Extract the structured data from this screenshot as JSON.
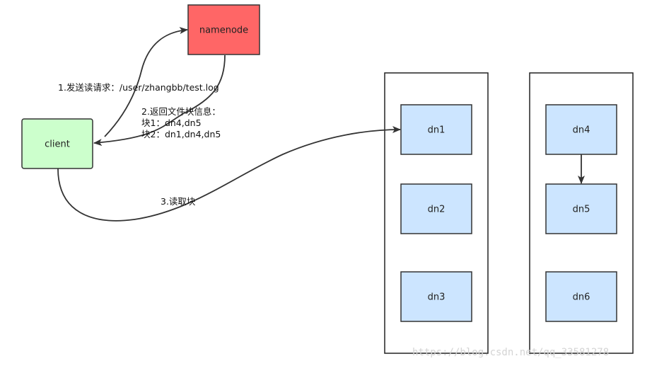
{
  "nodes": {
    "namenode": "namenode",
    "client": "client",
    "dn1": "dn1",
    "dn2": "dn2",
    "dn3": "dn3",
    "dn4": "dn4",
    "dn5": "dn5",
    "dn6": "dn6"
  },
  "edges": {
    "step1": "1.发送读请求：/user/zhangbb/test.log",
    "step2_line1": "2.返回文件块信息：",
    "step2_line2": "块1：dn4,dn5",
    "step2_line3": "块2：dn1,dn4,dn5",
    "step3": "3.读取块"
  },
  "watermark": "https://blog.csdn.net/qq_33581278",
  "colors": {
    "namenode_fill": "#ff6666",
    "client_fill": "#ccffcc",
    "datanode_fill": "#cce5ff",
    "stroke": "#333333",
    "watermark": "#d4d4d4"
  }
}
